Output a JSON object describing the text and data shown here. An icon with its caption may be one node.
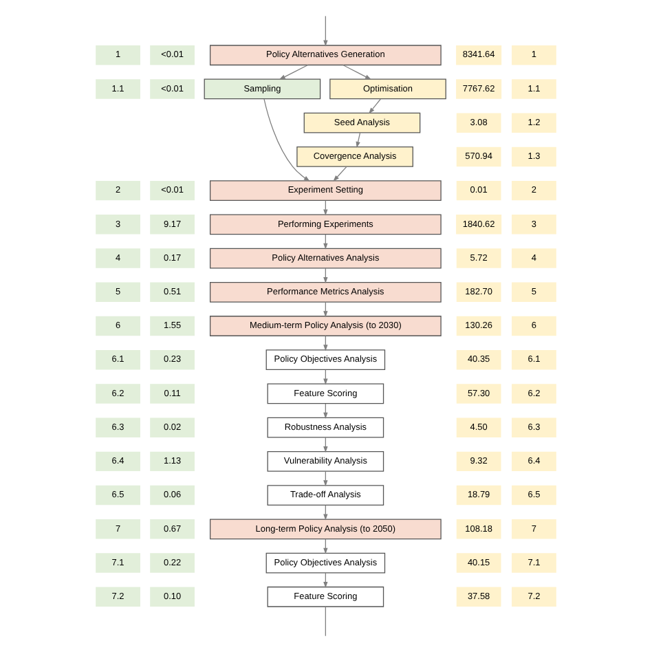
{
  "diagram": {
    "nodes": [
      {
        "text": [
          "Policy Alternatives Generation"
        ]
      },
      {
        "text": [
          "Sampling"
        ]
      },
      {
        "text": [
          "Optimisation"
        ]
      },
      {
        "text": [
          "Seed Analysis"
        ]
      },
      {
        "text": [
          "Covergence Analysis"
        ]
      },
      {
        "text": [
          "Experiment Setting"
        ]
      },
      {
        "text": [
          "Performing Experiments"
        ]
      },
      {
        "text": [
          "Policy Alternatives Analysis"
        ]
      },
      {
        "text": [
          "Performance Metrics Analysis"
        ]
      },
      {
        "text": [
          "Medium-term Policy Analysis (to 2030)"
        ]
      },
      {
        "text": [
          "Policy Objectives Analysis"
        ]
      },
      {
        "text": [
          "Feature Scoring"
        ]
      },
      {
        "text": [
          "Robustness Analysis"
        ]
      },
      {
        "text": [
          "Vulnerability Analysis"
        ]
      },
      {
        "text": [
          "Trade-off Analysis"
        ]
      },
      {
        "text": [
          "Long-term Policy Analysis (to 2050)"
        ]
      },
      {
        "text": [
          "Policy Objectives Analysis"
        ]
      },
      {
        "text": [
          "Feature Scoring"
        ]
      }
    ],
    "edges": [
      {
        "from": null,
        "to": 0,
        "arrow": "to"
      },
      {
        "from": 0,
        "to": 1,
        "arrow": "to"
      },
      {
        "from": 0,
        "to": 2,
        "arrow": "to"
      },
      {
        "from": 2,
        "to": 3,
        "arrow": "to"
      },
      {
        "from": 3,
        "to": 4,
        "arrow": "to"
      },
      {
        "from": 1,
        "to": 5,
        "arrow": "to"
      },
      {
        "from": 4,
        "to": 5,
        "arrow": "to"
      },
      {
        "from": 5,
        "to": 6,
        "arrow": "to"
      },
      {
        "from": 6,
        "to": 7,
        "arrow": "to"
      },
      {
        "from": 7,
        "to": 8,
        "arrow": "to"
      },
      {
        "from": 8,
        "to": 9,
        "arrow": "to"
      },
      {
        "from": 9,
        "to": 10,
        "arrow": "to"
      },
      {
        "from": 10,
        "to": 11,
        "arrow": "to"
      },
      {
        "from": 11,
        "to": 12,
        "arrow": "to"
      },
      {
        "from": 12,
        "to": 13,
        "arrow": "to"
      },
      {
        "from": 13,
        "to": 14,
        "arrow": "to"
      },
      {
        "from": 14,
        "to": 15,
        "arrow": "to"
      },
      {
        "from": 15,
        "to": 16,
        "arrow": "to"
      },
      {
        "from": 16,
        "to": 17,
        "arrow": "to"
      },
      {
        "from": 17,
        "to": null,
        "arrow": "none"
      }
    ],
    "labels": [
      "1",
      "<0.01",
      "8341.64",
      "1",
      "1.1",
      "<0.01",
      "7767.62",
      "1.1",
      "3.08",
      "1.2",
      "570.94",
      "1.3",
      "2",
      "<0.01",
      "0.01",
      "2",
      "3",
      "9.17",
      "1840.62",
      "3",
      "4",
      "0.17",
      "5.72",
      "4",
      "5",
      "0.51",
      "182.70",
      "5",
      "6",
      "1.55",
      "130.26",
      "6",
      "6.1",
      "0.23",
      "40.35",
      "6.1",
      "6.2",
      "0.11",
      "57.30",
      "6.2",
      "6.3",
      "0.02",
      "4.50",
      "6.3",
      "6.4",
      "1.13",
      "9.32",
      "6.4",
      "6.5",
      "0.06",
      "18.79",
      "6.5",
      "7",
      "0.67",
      "108.18",
      "7",
      "7.1",
      "0.22",
      "40.15",
      "7.1",
      "7.2",
      "0.10",
      "37.58",
      "7.2"
    ]
  }
}
